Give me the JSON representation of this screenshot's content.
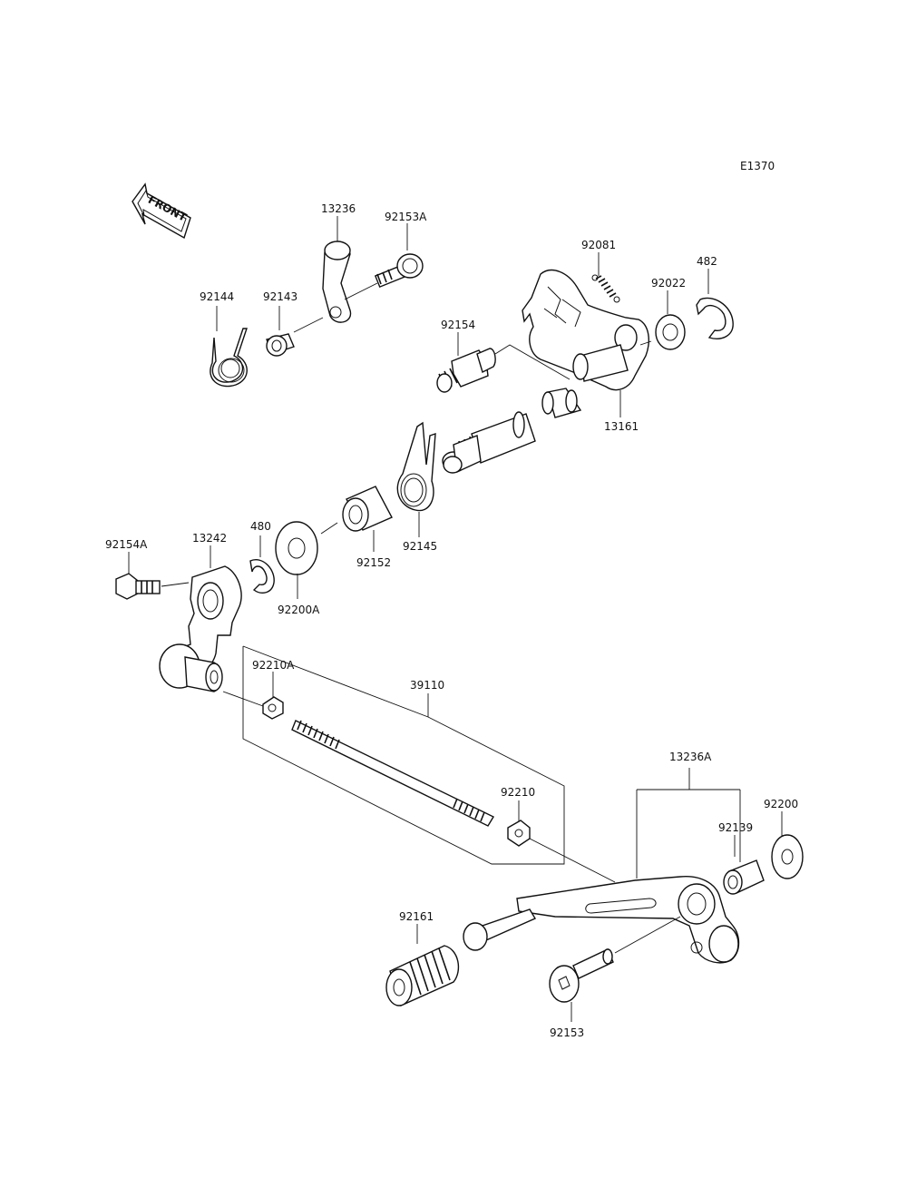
{
  "diagram_code": "E1370",
  "front_label": "FRONT",
  "parts": {
    "p13236": "13236",
    "p92153A": "92153A",
    "p92144": "92144",
    "p92143": "92143",
    "p92081": "92081",
    "p482": "482",
    "p92022": "92022",
    "p92154": "92154",
    "p13161": "13161",
    "p480": "480",
    "p92154A": "92154A",
    "p13242": "13242",
    "p92152": "92152",
    "p92145": "92145",
    "p92200A": "92200A",
    "p92210A": "92210A",
    "p39110": "39110",
    "p92210": "92210",
    "p13236A": "13236A",
    "p92200": "92200",
    "p92139": "92139",
    "p92161": "92161",
    "p92153": "92153"
  }
}
